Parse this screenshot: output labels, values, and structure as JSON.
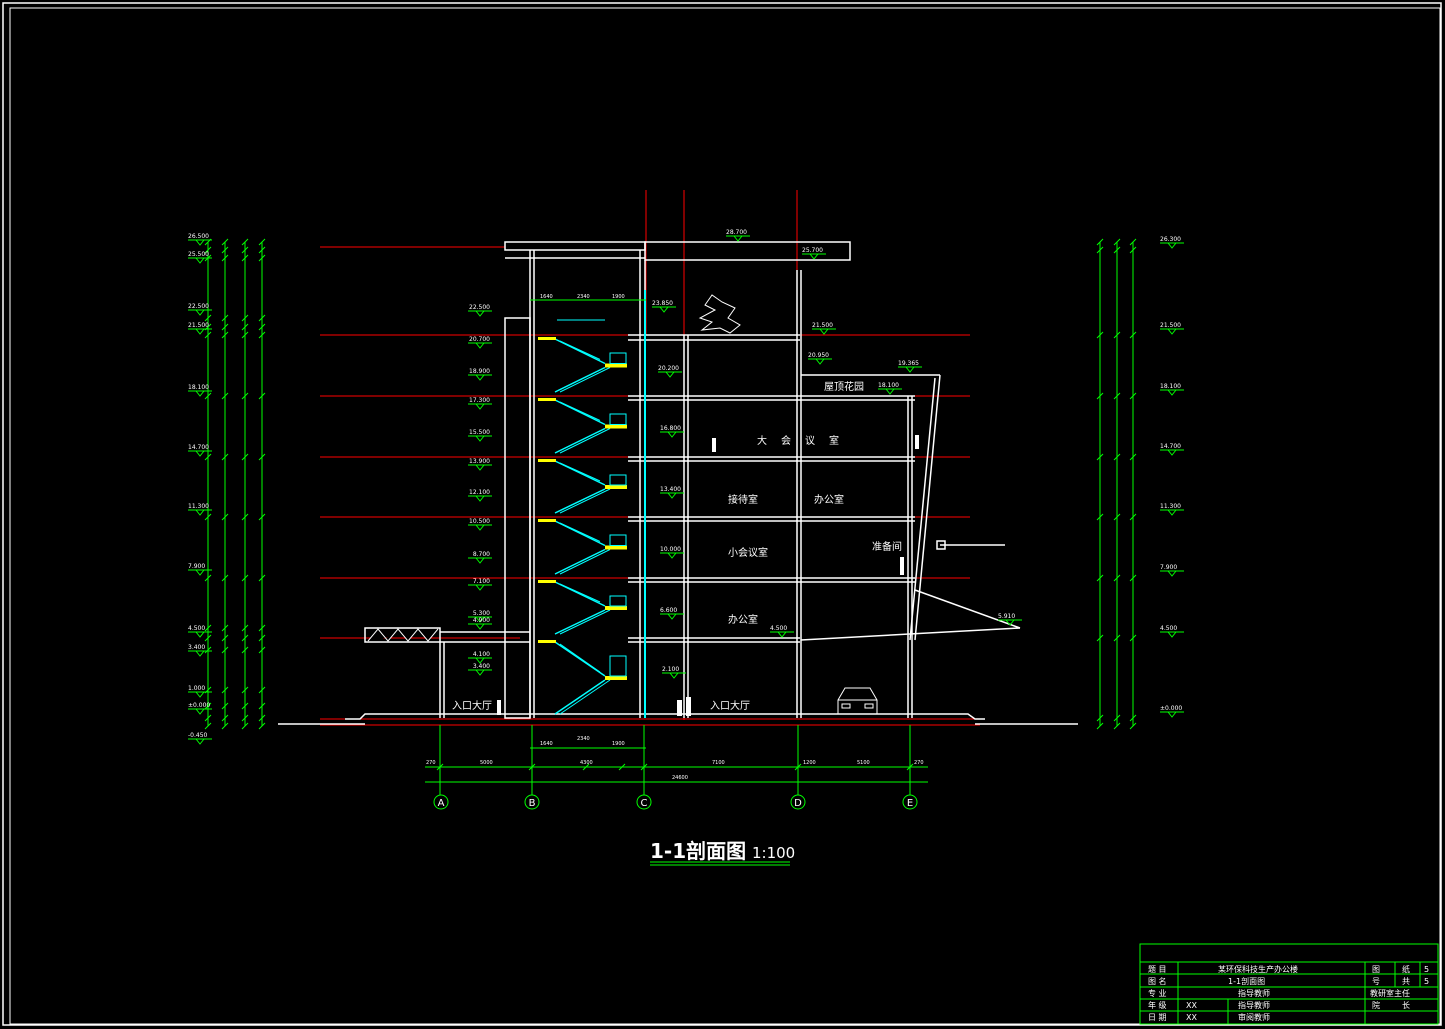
{
  "drawing": {
    "title": "1-1剖面图",
    "scale": "1:100"
  },
  "rooms": {
    "lobby_left": "入口大厅",
    "lobby_right": "入口大厅",
    "office_1": "办公室",
    "small_meeting": "小会议室",
    "prep_room": "准备间",
    "reception": "接待室",
    "office_2": "办公室",
    "big_meeting": [
      "大",
      "会",
      "议",
      "室"
    ],
    "roof_garden": "屋顶花园"
  },
  "elevations_left": [
    "26.500",
    "25.500",
    "22.500",
    "21.500",
    "18.100",
    "14.700",
    "11.300",
    "7.900",
    "4.500",
    "3.400",
    "1.000",
    "±0.000",
    "-0.450"
  ],
  "elevations_left_b": [
    "22.500",
    "20.700",
    "18.900",
    "17.300",
    "15.500",
    "13.900",
    "12.100",
    "10.500",
    "8.700",
    "7.100",
    "5.300",
    "4.900",
    "4.100",
    "3.400"
  ],
  "elevations_mid": [
    "28.700",
    "25.700",
    "23.850",
    "21.500",
    "20.950",
    "20.200",
    "16.800",
    "13.400",
    "10.000",
    "6.600",
    "4.500",
    "2.100",
    "19.365",
    "18.100",
    "5.910"
  ],
  "elevations_right": [
    "26.300",
    "21.500",
    "18.100",
    "14.700",
    "11.300",
    "7.900",
    "4.500",
    "±0.000"
  ],
  "axes": [
    "A",
    "B",
    "C",
    "D",
    "E"
  ],
  "dims_bottom": [
    "270",
    "5000",
    "4300",
    "7100",
    "1200",
    "5100",
    "270",
    "24600"
  ],
  "dims_top": [
    "1640",
    "2340",
    "1900"
  ],
  "dims_mid_bottom": [
    "1640",
    "2340",
    "1900"
  ],
  "title_block": {
    "r1": [
      "题 目",
      "某环保科技生产办公楼",
      "图",
      "纸",
      "5"
    ],
    "r2": [
      "图 名",
      "1-1剖面图",
      "号",
      "共",
      "5"
    ],
    "r3": [
      "专 业",
      "指导教师",
      "教研室主任"
    ],
    "r4": [
      "年 级",
      "XX",
      "指导教师",
      "院",
      "长"
    ],
    "r5": [
      "日 期",
      "XX",
      "审阅教师"
    ]
  }
}
